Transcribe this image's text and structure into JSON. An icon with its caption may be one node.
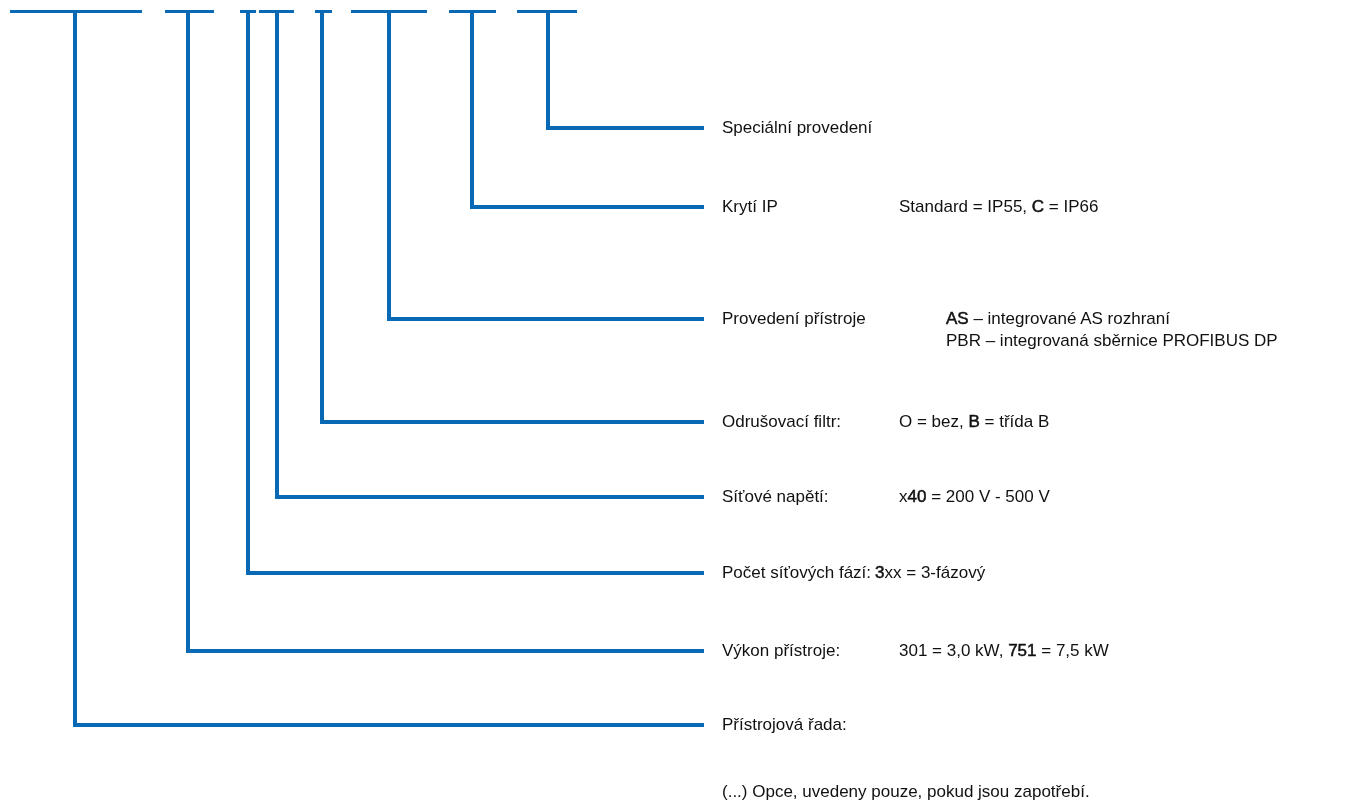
{
  "diagram": {
    "nodes": [
      {
        "text": [],
        "shape": "bar"
      },
      {
        "text": [],
        "shape": "bar"
      },
      {
        "text": [],
        "shape": "bar"
      },
      {
        "text": [],
        "shape": "bar"
      },
      {
        "text": [],
        "shape": "bar"
      },
      {
        "text": [],
        "shape": "bar"
      },
      {
        "text": [],
        "shape": "bar"
      },
      {
        "text": [],
        "shape": "bar"
      },
      {
        "text": [
          "Speciální provedení"
        ]
      },
      {
        "text": [
          "Krytí IP",
          "Standard = IP55, **C** = IP66"
        ]
      },
      {
        "text": [
          "Provedení přístroje",
          "**AS** – integrované AS rozhraní",
          "PBR – integrovaná sběrnice PROFIBUS DP"
        ]
      },
      {
        "text": [
          "Odrušovací filtr:",
          "O = bez, **B** = třída B"
        ]
      },
      {
        "text": [
          "Síťové napětí:",
          "x**40** = 200 V - 500 V"
        ]
      },
      {
        "text": [
          "Počet síťových fází:",
          "**3**xx = 3-fázový"
        ]
      },
      {
        "text": [
          "Výkon přístroje:",
          "301 = 3,0 kW, **751** = 7,5 kW"
        ]
      },
      {
        "text": [
          "Přístrojová řada:"
        ]
      }
    ],
    "edges": [
      {
        "from": 8,
        "to": 7,
        "arrow": "none"
      },
      {
        "from": 9,
        "to": 6,
        "arrow": "none"
      },
      {
        "from": 10,
        "to": 5,
        "arrow": "none"
      },
      {
        "from": 11,
        "to": 4,
        "arrow": "none"
      },
      {
        "from": 12,
        "to": 3,
        "arrow": "none"
      },
      {
        "from": 13,
        "to": 2,
        "arrow": "none"
      },
      {
        "from": 14,
        "to": 1,
        "arrow": "none"
      },
      {
        "from": 15,
        "to": 0,
        "arrow": "none"
      }
    ],
    "labels": [
      "(...) Opce, uvedeny pouze, pokud jsou zapotřebí."
    ]
  }
}
